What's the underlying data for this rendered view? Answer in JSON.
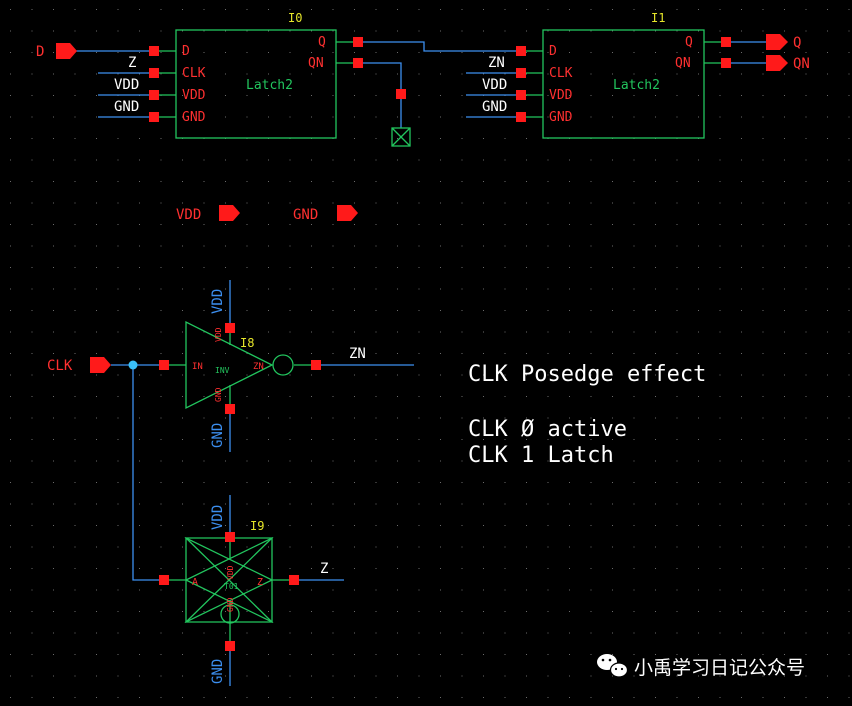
{
  "latches": [
    {
      "id": "I0",
      "cell": "Latch2",
      "pins_left": [
        "D",
        "CLK",
        "VDD",
        "GND"
      ],
      "pins_right": [
        "Q",
        "QN"
      ]
    },
    {
      "id": "I1",
      "cell": "Latch2",
      "pins_left": [
        "D",
        "CLK",
        "VDD",
        "GND"
      ],
      "pins_right": [
        "Q",
        "QN"
      ]
    }
  ],
  "latch0_nets": [
    "Z",
    "VDD",
    "GND"
  ],
  "latch1_nets": [
    "ZN",
    "VDD",
    "GND"
  ],
  "ports": {
    "d_in": "D",
    "q_out": "Q",
    "qn_out": "QN",
    "vdd": "VDD",
    "gnd": "GND",
    "clk": "CLK"
  },
  "inverter": {
    "id": "I8",
    "in_pin": "IN",
    "out_pin": "ZN",
    "cell": "INV",
    "vdd": "VDD",
    "gnd": "GND",
    "vdd_net": "VDD",
    "gnd_net": "GND",
    "out_net": "ZN"
  },
  "buffer": {
    "id": "I9",
    "in_pin": "A",
    "out_pin": "Z",
    "cell": "T01",
    "vdd": "VDD",
    "gnd": "GND",
    "vdd_net": "VDD",
    "gnd_net": "GND",
    "out_net": "Z"
  },
  "notes": [
    "CLK Posedge effect",
    "CLK Ø active",
    "CLK 1 Latch"
  ],
  "watermark": "小禹学习日记公众号",
  "colors": {
    "background": "#000000",
    "wire": "#3c8ff0",
    "symbol": "#22c55e",
    "pin": "#ff1a1a",
    "instance": "#e6e62a",
    "text": "#ffffff",
    "grid": "#6b6b6b"
  }
}
